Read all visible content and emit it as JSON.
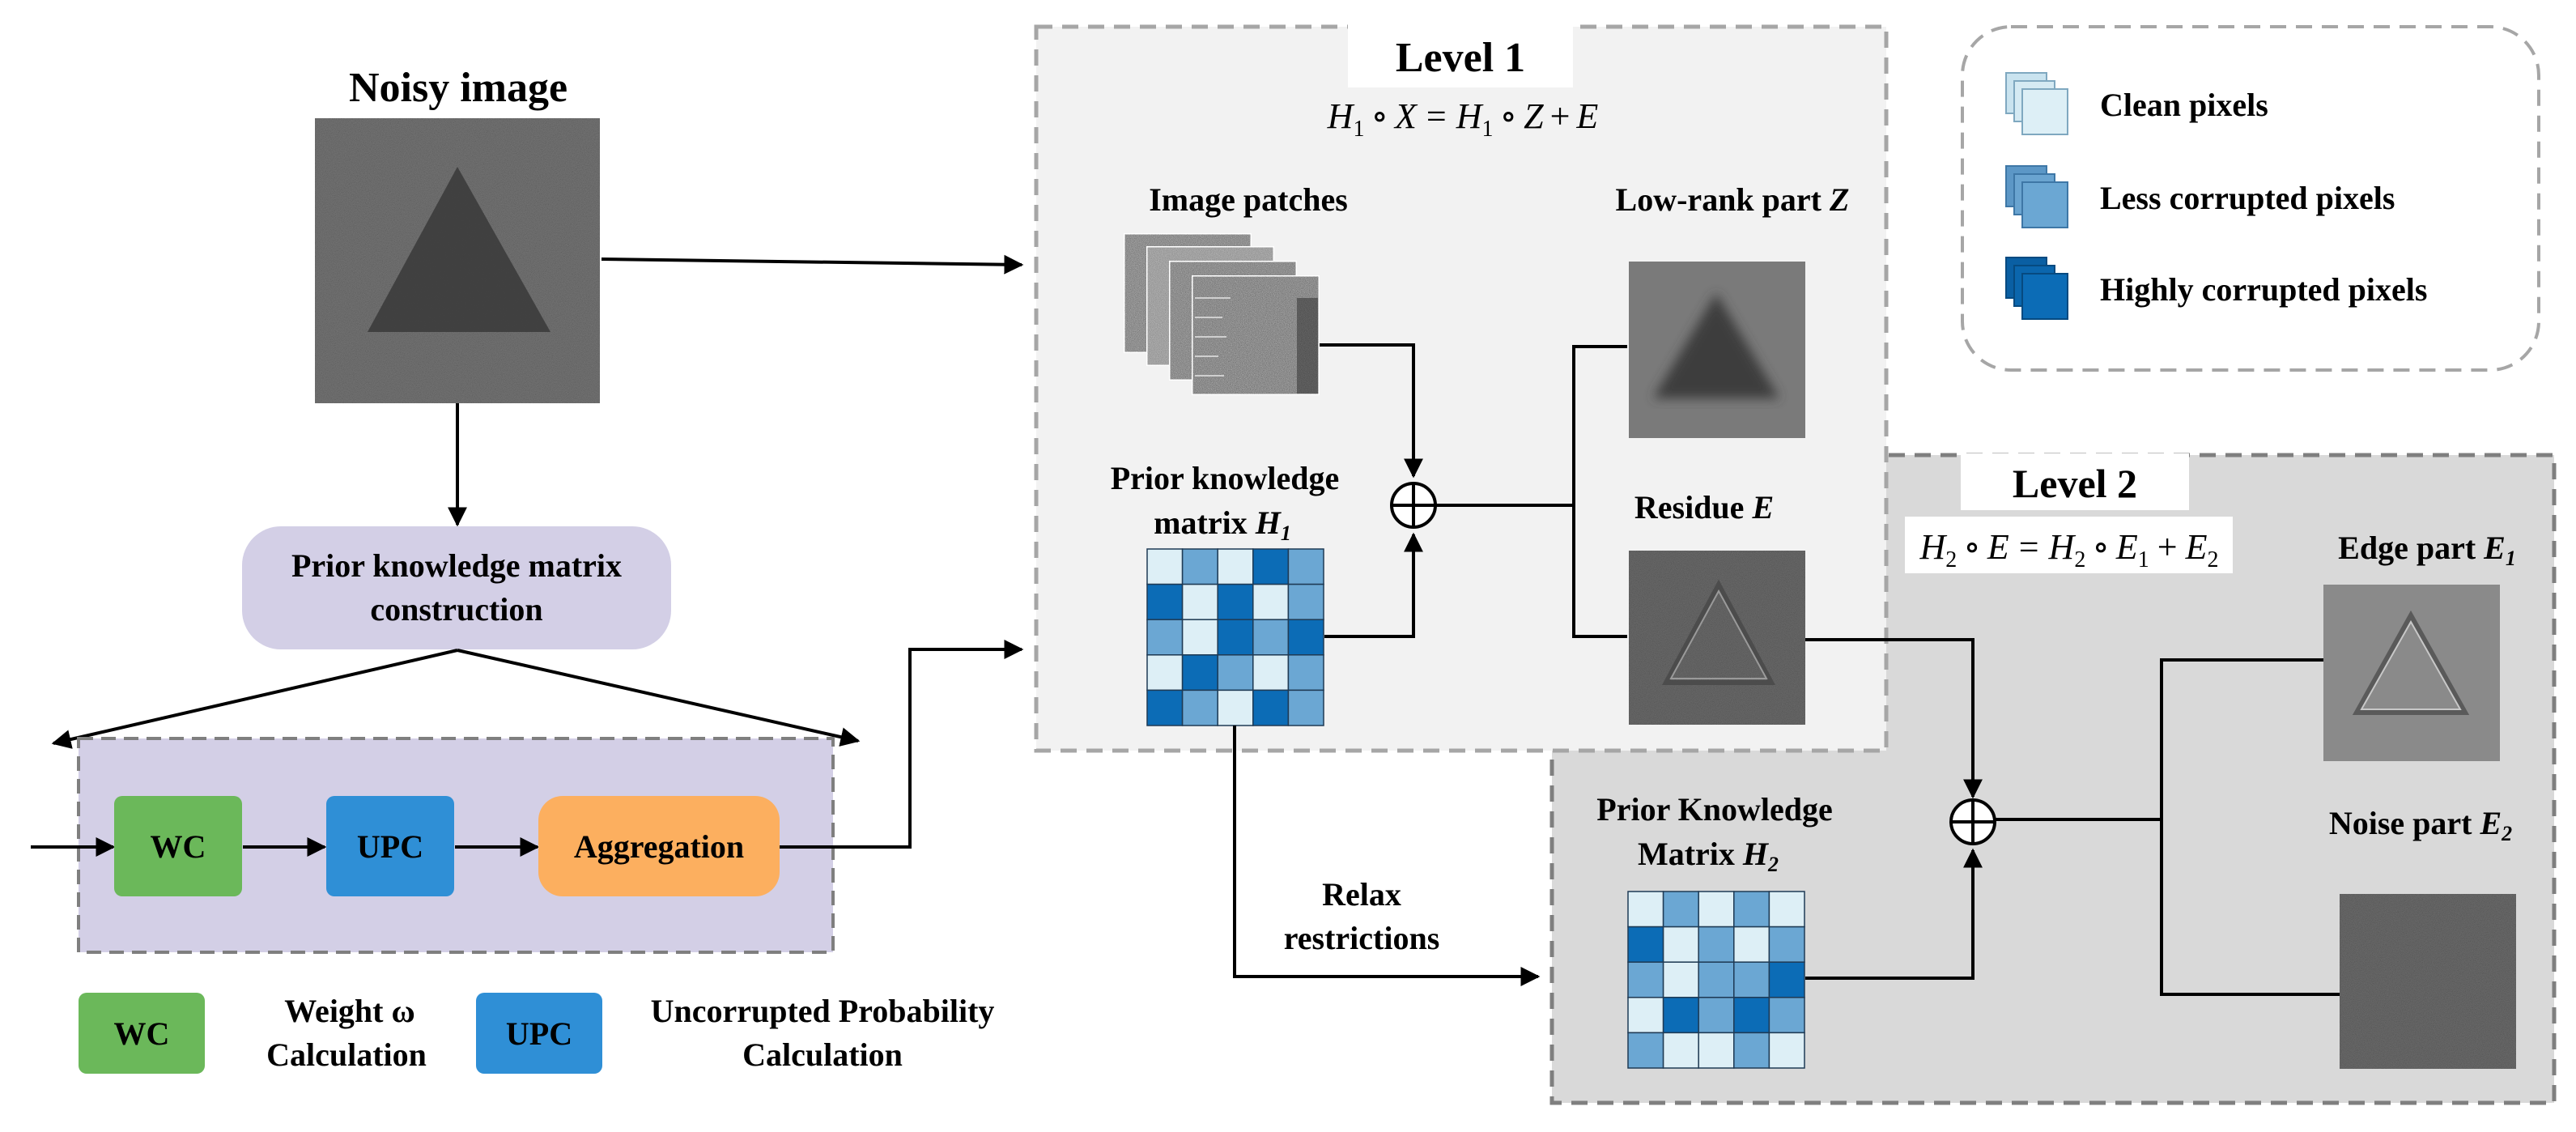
{
  "noisy_image": {
    "title": "Noisy image"
  },
  "prior_construction": {
    "line1": "Prior knowledge matrix",
    "line2": "construction"
  },
  "pipeline": {
    "wc": "WC",
    "upc": "UPC",
    "aggregation": "Aggregation"
  },
  "key": {
    "wc_box": "WC",
    "wc_desc_line1": "Weight ω",
    "wc_desc_line2": "Calculation",
    "upc_box": "UPC",
    "upc_desc_line1": "Uncorrupted Probability",
    "upc_desc_line2": "Calculation"
  },
  "level1": {
    "title": "Level 1",
    "equation": {
      "H": "H",
      "sub1": "1",
      "op": "∘",
      "X": "X",
      "eq": "=",
      "Z": "Z",
      "plus": "+",
      "E": "E"
    },
    "image_patches": "Image patches",
    "prior_line1": "Prior knowledge",
    "prior_line2_prefix": "matrix ",
    "prior_symbol": "H",
    "prior_sub": "1",
    "lowrank_prefix": "Low-rank part ",
    "lowrank_symbol": "Z",
    "residue_prefix": "Residue ",
    "residue_symbol": "E"
  },
  "level2": {
    "title": "Level 2",
    "equation": {
      "H": "H",
      "sub2": "2",
      "op": "∘",
      "E": "E",
      "eq": "=",
      "sub1": "1",
      "plus": "+"
    },
    "prior_line1": "Prior Knowledge",
    "prior_line2_prefix": "Matrix ",
    "prior_symbol": "H",
    "prior_sub": "2",
    "edge_prefix": "Edge part ",
    "edge_symbol": "E",
    "edge_sub": "1",
    "noise_prefix": "Noise part ",
    "noise_symbol": "E",
    "noise_sub": "2"
  },
  "relax": {
    "line1": "Relax",
    "line2": "restrictions"
  },
  "legend": {
    "clean": "Clean pixels",
    "less": "Less corrupted pixels",
    "highly": "Highly corrupted pixels"
  },
  "colors": {
    "wc_green": "#6bb85a",
    "upc_blue": "#2f8fd6",
    "aggregation_orange": "#fcaf5f",
    "lavender": "#d3cfe6",
    "level1_bg": "#f2f2f2",
    "level2_bg": "#d9d9d9",
    "clean": "#ddeff6",
    "less": "#6ba7d3",
    "highly": "#0c6cb6"
  },
  "matrix_levels": {
    "h1": [
      [
        0,
        1,
        0,
        2,
        1
      ],
      [
        2,
        0,
        2,
        0,
        1
      ],
      [
        1,
        0,
        2,
        1,
        2
      ],
      [
        0,
        2,
        1,
        0,
        1
      ],
      [
        2,
        1,
        0,
        2,
        1
      ]
    ],
    "h2": [
      [
        0,
        1,
        0,
        1,
        0
      ],
      [
        2,
        0,
        1,
        0,
        1
      ],
      [
        1,
        0,
        1,
        1,
        2
      ],
      [
        0,
        2,
        1,
        2,
        1
      ],
      [
        1,
        0,
        0,
        1,
        0
      ]
    ]
  }
}
